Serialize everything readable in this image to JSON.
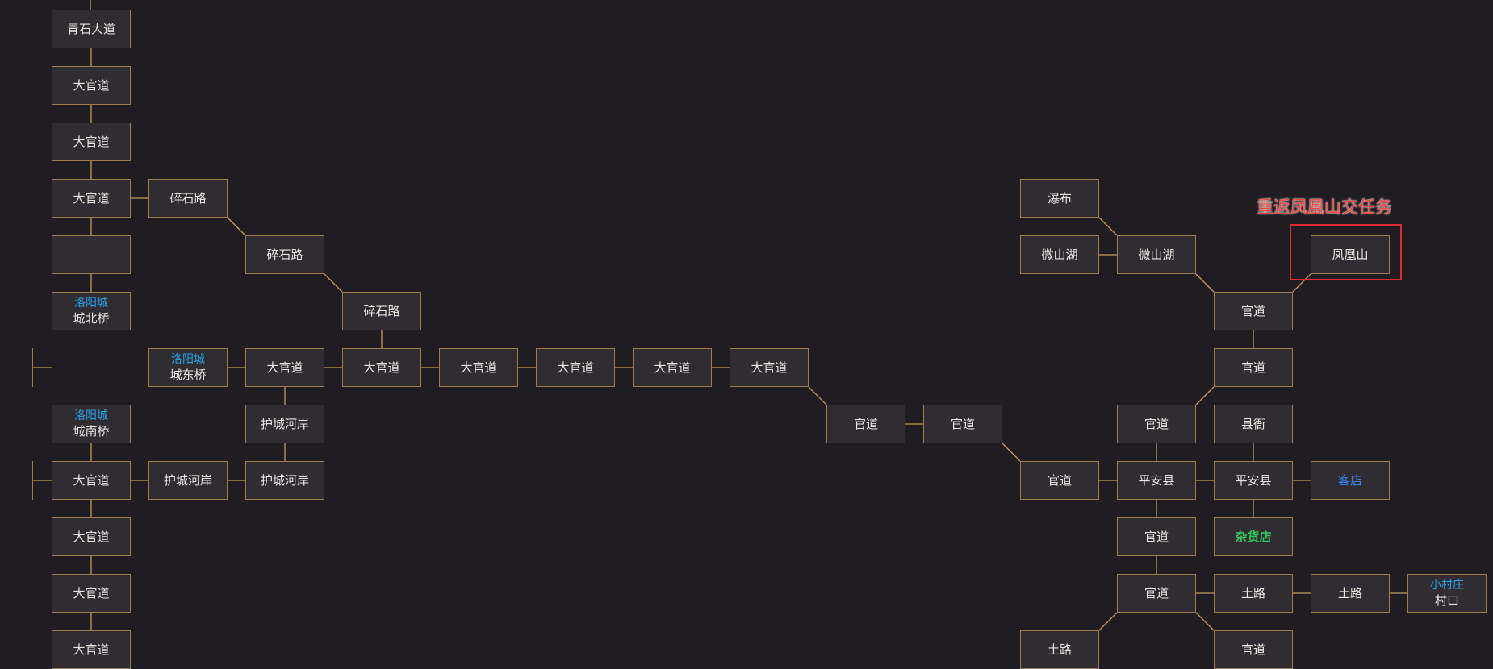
{
  "rooms": [
    {
      "id": "r-qsdd",
      "label": "青石大道",
      "sub": ""
    },
    {
      "id": "r-dgd-1",
      "label": "大官道",
      "sub": ""
    },
    {
      "id": "r-dgd-2",
      "label": "大官道",
      "sub": ""
    },
    {
      "id": "r-dgd-3",
      "label": "大官道",
      "sub": ""
    },
    {
      "id": "r-empty",
      "label": "",
      "sub": ""
    },
    {
      "id": "r-cbq",
      "label": "城北桥",
      "sub": "洛阳城"
    },
    {
      "id": "r-cdq",
      "label": "城东桥",
      "sub": "洛阳城"
    },
    {
      "id": "r-cnq",
      "label": "城南桥",
      "sub": "洛阳城"
    },
    {
      "id": "r-dgd-4",
      "label": "大官道",
      "sub": ""
    },
    {
      "id": "r-dgd-5",
      "label": "大官道",
      "sub": ""
    },
    {
      "id": "r-dgd-6",
      "label": "大官道",
      "sub": ""
    },
    {
      "id": "r-dgd-7",
      "label": "大官道",
      "sub": ""
    },
    {
      "id": "r-ssl-1",
      "label": "碎石路",
      "sub": ""
    },
    {
      "id": "r-ssl-2",
      "label": "碎石路",
      "sub": ""
    },
    {
      "id": "r-ssl-3",
      "label": "碎石路",
      "sub": ""
    },
    {
      "id": "r-dgd-8",
      "label": "大官道",
      "sub": ""
    },
    {
      "id": "r-dgd-9",
      "label": "大官道",
      "sub": ""
    },
    {
      "id": "r-dgd-10",
      "label": "大官道",
      "sub": ""
    },
    {
      "id": "r-dgd-11",
      "label": "大官道",
      "sub": ""
    },
    {
      "id": "r-dgd-12",
      "label": "大官道",
      "sub": ""
    },
    {
      "id": "r-dgd-13",
      "label": "大官道",
      "sub": ""
    },
    {
      "id": "r-hchA",
      "label": "护城河岸",
      "sub": ""
    },
    {
      "id": "r-hchB",
      "label": "护城河岸",
      "sub": ""
    },
    {
      "id": "r-hchC",
      "label": "护城河岸",
      "sub": ""
    },
    {
      "id": "r-gd-1",
      "label": "官道",
      "sub": ""
    },
    {
      "id": "r-gd-2",
      "label": "官道",
      "sub": ""
    },
    {
      "id": "r-gd-3",
      "label": "官道",
      "sub": ""
    },
    {
      "id": "r-pb",
      "label": "瀑布",
      "sub": ""
    },
    {
      "id": "r-wsh-1",
      "label": "微山湖",
      "sub": ""
    },
    {
      "id": "r-wsh-2",
      "label": "微山湖",
      "sub": ""
    },
    {
      "id": "r-fhs",
      "label": "凤凰山",
      "sub": ""
    },
    {
      "id": "r-gd-4",
      "label": "官道",
      "sub": ""
    },
    {
      "id": "r-gd-5",
      "label": "官道",
      "sub": ""
    },
    {
      "id": "r-gd-6",
      "label": "官道",
      "sub": ""
    },
    {
      "id": "r-xj",
      "label": "县衙",
      "sub": ""
    },
    {
      "id": "r-pax-1",
      "label": "平安县",
      "sub": ""
    },
    {
      "id": "r-pax-2",
      "label": "平安县",
      "sub": ""
    },
    {
      "id": "r-kd",
      "label": "客店",
      "sub": "",
      "style": "shop-blue"
    },
    {
      "id": "r-gd-7",
      "label": "官道",
      "sub": ""
    },
    {
      "id": "r-zhd",
      "label": "杂货店",
      "sub": "",
      "style": "shop-green"
    },
    {
      "id": "r-gd-8",
      "label": "官道",
      "sub": ""
    },
    {
      "id": "r-tl-1",
      "label": "土路",
      "sub": ""
    },
    {
      "id": "r-tl-2",
      "label": "土路",
      "sub": ""
    },
    {
      "id": "r-ck",
      "label": "村口",
      "sub": "小村庄"
    },
    {
      "id": "r-tl-3",
      "label": "土路",
      "sub": ""
    },
    {
      "id": "r-gd-9",
      "label": "官道",
      "sub": ""
    }
  ],
  "quest": {
    "text": "重返凤凰山交任务"
  },
  "colors": {
    "background": "#201d22",
    "room_fill": "#2f2d31",
    "room_border": "#9c7c53",
    "link": "#c49a5e",
    "area_label": "#2aa0e6",
    "shop_blue": "#3a7ff0",
    "shop_green": "#33c45f",
    "quest": "#e12a34"
  }
}
